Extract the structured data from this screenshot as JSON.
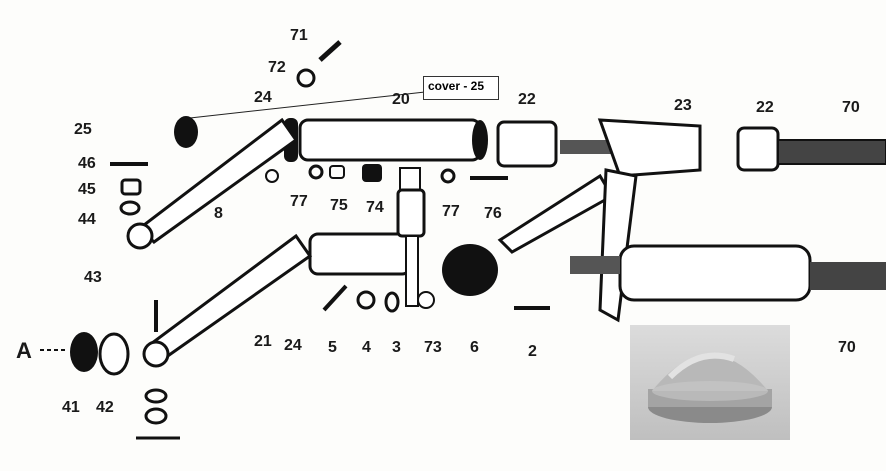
{
  "callout": {
    "text": "cover - 25"
  },
  "labels": {
    "l71": "71",
    "l72": "72",
    "l24a": "24",
    "l20": "20",
    "l22a": "22",
    "l23": "23",
    "l22b": "22",
    "l70a": "70",
    "l25": "25",
    "l46": "46",
    "l45": "45",
    "l44": "44",
    "l43": "43",
    "l8": "8",
    "l77a": "77",
    "l75": "75",
    "l74": "74",
    "l77b": "77",
    "l76": "76",
    "l21": "21",
    "l24b": "24",
    "l5": "5",
    "l4": "4",
    "l3": "3",
    "l73": "73",
    "l6": "6",
    "l2": "2",
    "l70b": "70",
    "lA": "A",
    "l41": "41",
    "l42": "42"
  },
  "photo": {
    "subject": "aluminium dome cover part"
  },
  "colors": {
    "ink": "#1a1a1a",
    "paper": "#fdfdfb",
    "metal": "#9a9a9a"
  }
}
